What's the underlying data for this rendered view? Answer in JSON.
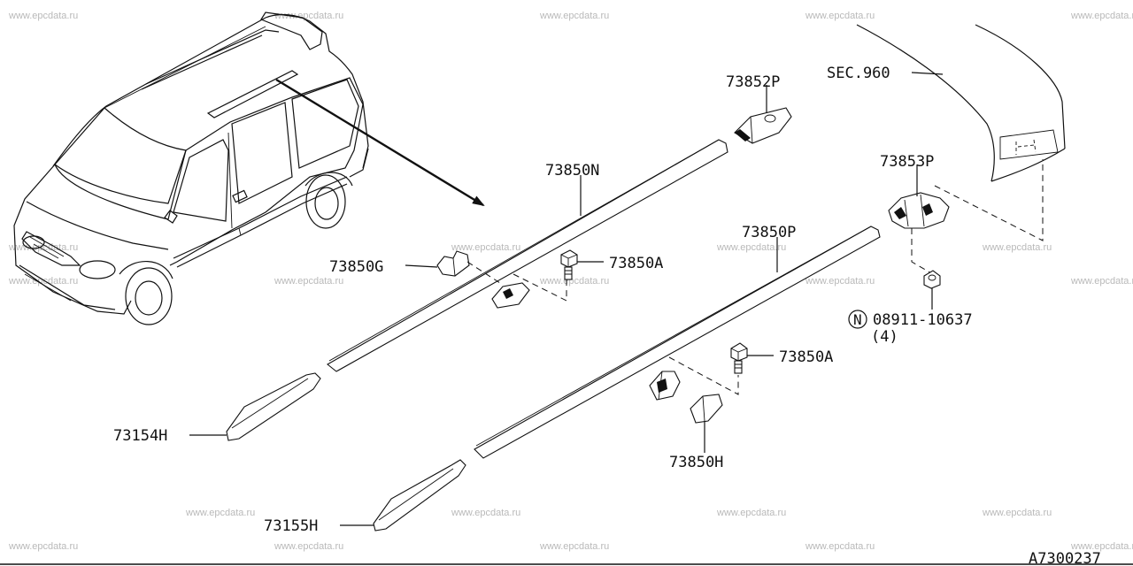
{
  "watermark": "www.epcdata.ru",
  "diagram_id": "A7300237",
  "section_ref": "SEC.960",
  "parts": {
    "p73852P": "73852P",
    "p73850N": "73850N",
    "p73853P": "73853P",
    "p73850P": "73850P",
    "p73850G": "73850G",
    "p73850A_upper": "73850A",
    "p73850A_lower": "73850A",
    "p73154H": "73154H",
    "p73850H": "73850H",
    "p73155H": "73155H",
    "nut_number": "08911-10637",
    "nut_prefix": "N",
    "nut_qty": "(4)"
  },
  "colors": {
    "line": "#111111",
    "watermark": "#b9b9b9",
    "background": "#ffffff"
  }
}
